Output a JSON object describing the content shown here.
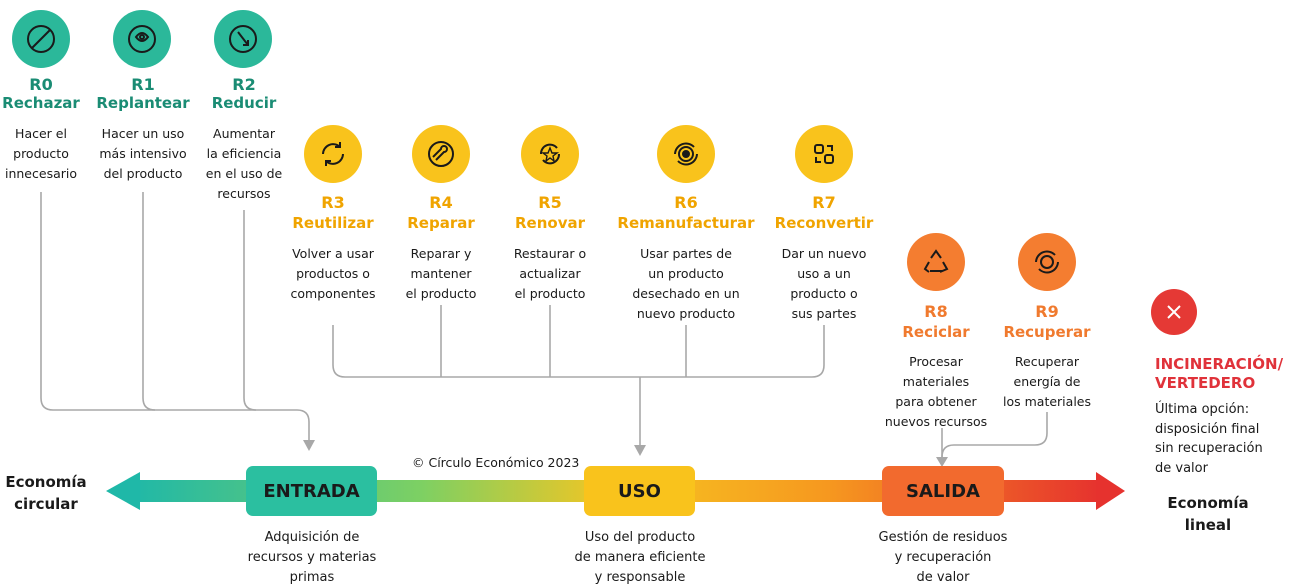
{
  "strategies": [
    {
      "code": "R0",
      "name": "Rechazar",
      "desc": "Hacer el\nproducto\ninnecesario",
      "icon": "prohibit-icon",
      "color": "#2bb89a"
    },
    {
      "code": "R1",
      "name": "Replantear",
      "desc": "Hacer un uso\nmás intensivo\ndel producto",
      "icon": "rethink-icon",
      "color": "#2bb89a"
    },
    {
      "code": "R2",
      "name": "Reducir",
      "desc": "Aumentar\nla eficiencia\nen el uso de\nrecursos",
      "icon": "reduce-icon",
      "color": "#2bb89a"
    },
    {
      "code": "R3",
      "name": "Reutilizar",
      "desc": "Volver a usar\nproductos o\ncomponentes",
      "icon": "reuse-icon",
      "color": "#f9c31c"
    },
    {
      "code": "R4",
      "name": "Reparar",
      "desc": "Reparar y\nmantener\nel producto",
      "icon": "repair-icon",
      "color": "#f9c31c"
    },
    {
      "code": "R5",
      "name": "Renovar",
      "desc": "Restaurar o\nactualizar\nel producto",
      "icon": "refurbish-icon",
      "color": "#f9c31c"
    },
    {
      "code": "R6",
      "name": "Remanufacturar",
      "desc": "Usar partes de\nun producto\ndesechado en un\nnuevo producto",
      "icon": "remanufacture-icon",
      "color": "#f9c31c"
    },
    {
      "code": "R7",
      "name": "Reconvertir",
      "desc": "Dar un nuevo\nuso a un\nproducto o\nsus partes",
      "icon": "repurpose-icon",
      "color": "#f9c31c"
    },
    {
      "code": "R8",
      "name": "Reciclar",
      "desc": "Procesar\nmateriales\npara obtener\nnuevos recursos",
      "icon": "recycle-icon",
      "color": "#f47d30"
    },
    {
      "code": "R9",
      "name": "Recuperar",
      "desc": "Recuperar\nenergía de\nlos materiales",
      "icon": "recover-icon",
      "color": "#f47d30"
    }
  ],
  "incineration": {
    "title": "INCINERACIÓN/\nVERTEDERO",
    "desc": "Última opción:\ndisposición final\nsin recuperación\nde valor",
    "icon": "x-icon",
    "color": "#e53935"
  },
  "stages": [
    {
      "label": "ENTRADA",
      "desc": "Adquisición de\nrecursos y materias\nprimas",
      "color": "#2bbfa0"
    },
    {
      "label": "USO",
      "desc": "Uso del producto\nde manera eficiente\ny responsable",
      "color": "#f9c31c"
    },
    {
      "label": "SALIDA",
      "desc": "Gestión de residuos\ny recuperación\nde valor",
      "color": "#f26a2e"
    }
  ],
  "left_label": "Economía\ncircular",
  "right_label": "Economía\nlineal",
  "copyright": "© Círculo Económico 2023"
}
